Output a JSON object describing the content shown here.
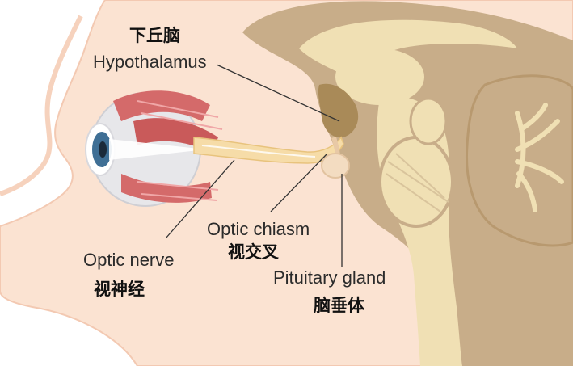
{
  "labels": {
    "hypothalamus": {
      "zh": "下丘脑",
      "en": "Hypothalamus"
    },
    "optic_chiasm": {
      "en": "Optic chiasm",
      "zh": "视交叉"
    },
    "optic_nerve": {
      "en": "Optic nerve",
      "zh": "视神经"
    },
    "pituitary_gland": {
      "en": "Pituitary gland",
      "zh": "脑垂体"
    }
  },
  "colors": {
    "skin": "#fbe3d2",
    "skin_outline": "#f3c9b2",
    "brain_outer": "#c8ad89",
    "brain_inner": "#f0e0b4",
    "hypothalamus": "#a98a58",
    "pituitary": "#f3dcc1",
    "nerve": "#f6dca8",
    "eye_muscle": "#d46a6a",
    "iris": "#3f6f95",
    "leader_line": "#333333"
  }
}
